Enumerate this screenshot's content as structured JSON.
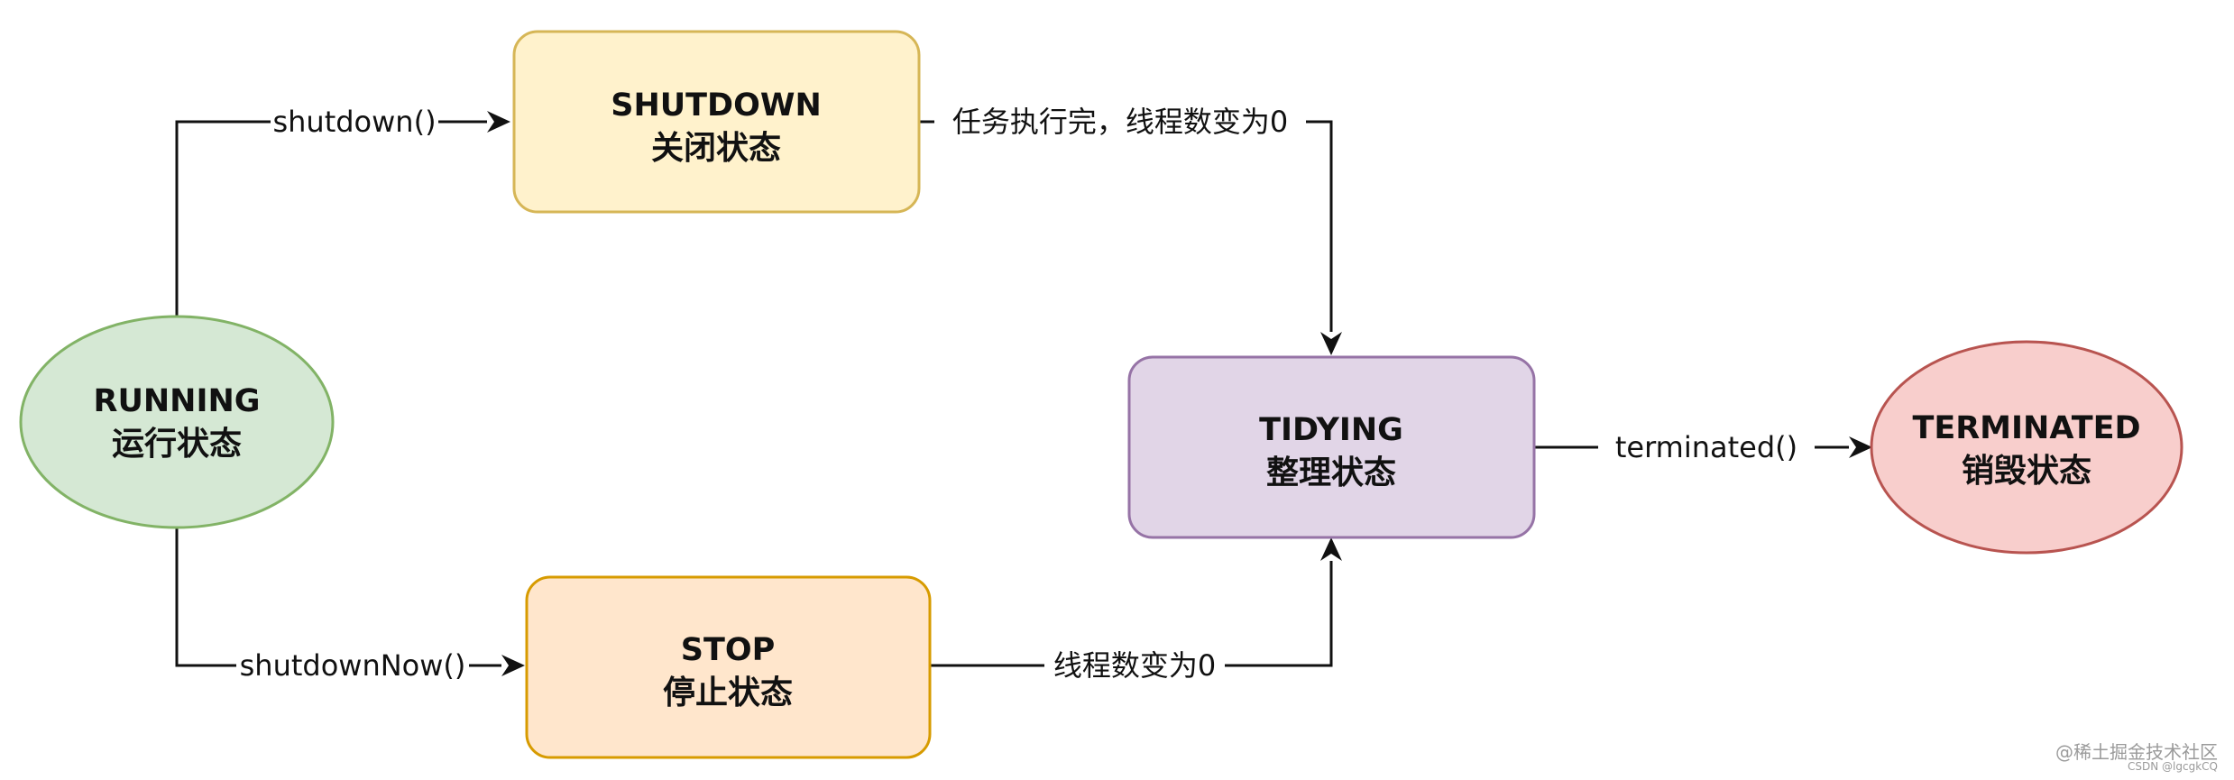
{
  "colors": {
    "running_fill": "#d5e8d4",
    "running_stroke": "#82b366",
    "shutdown_fill": "#fff2cc",
    "shutdown_stroke": "#d6b656",
    "stop_fill": "#ffe6cc",
    "stop_stroke": "#d79b00",
    "tidying_fill": "#e1d5e7",
    "tidying_stroke": "#9673a6",
    "terminated_fill": "#f8cecc",
    "terminated_stroke": "#b85450",
    "edge": "#111111"
  },
  "nodes": {
    "running": {
      "title": "RUNNING",
      "subtitle": "运行状态"
    },
    "shutdown": {
      "title": "SHUTDOWN",
      "subtitle": "关闭状态"
    },
    "stop": {
      "title": "STOP",
      "subtitle": "停止状态"
    },
    "tidying": {
      "title": "TIDYING",
      "subtitle": "整理状态"
    },
    "terminated": {
      "title": "TERMINATED",
      "subtitle": "销毁状态"
    }
  },
  "edges": {
    "running_to_shutdown": "shutdown()",
    "running_to_stop": "shutdownNow()",
    "shutdown_to_tidying": "任务执行完，线程数变为0",
    "stop_to_tidying": "线程数变为0",
    "tidying_to_terminated": "terminated()"
  },
  "watermark": {
    "main": "@稀土掘金技术社区",
    "sub": "CSDN @lgcgkCQ"
  }
}
